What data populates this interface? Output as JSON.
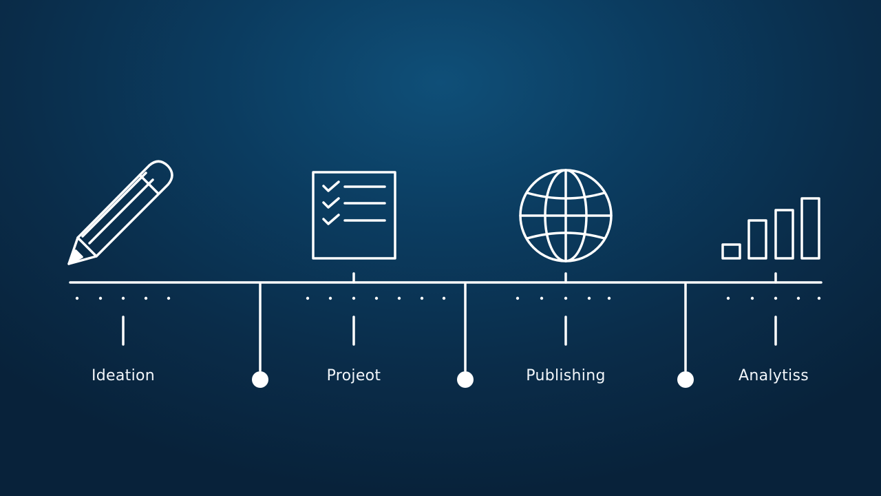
{
  "stages": [
    {
      "label": "Ideation",
      "icon": "pencil-icon"
    },
    {
      "label": "Projeot",
      "icon": "checklist-icon"
    },
    {
      "label": "Publishing",
      "icon": "globe-icon"
    },
    {
      "label": "Analytiss",
      "icon": "bar-chart-icon"
    }
  ],
  "colors": {
    "background_center": "#0f4f78",
    "background_edge": "#08223a",
    "line": "#ffffff",
    "text": "#f2f6fa"
  }
}
